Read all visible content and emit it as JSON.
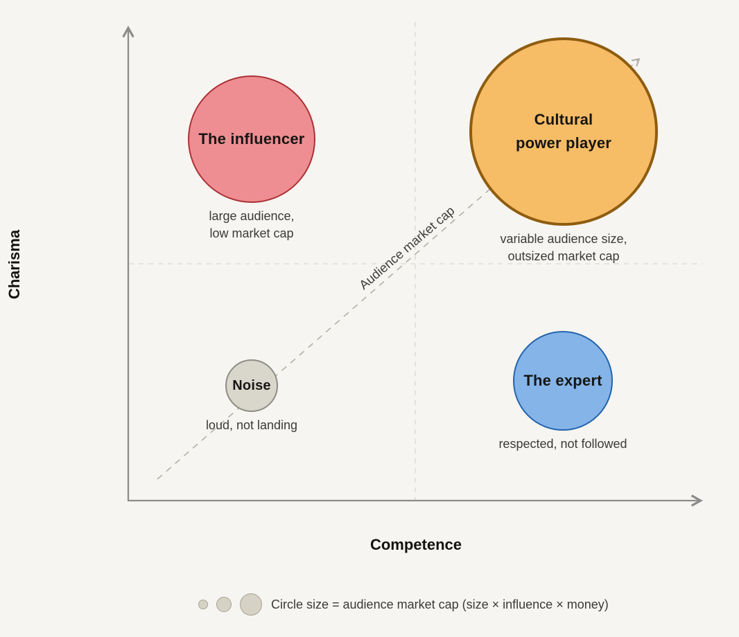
{
  "colors": {
    "background": "#f6f5f1",
    "axis": "#8c8c8c",
    "quadrant_divider": "#deddd6",
    "diagonal_line": "#b2afa6",
    "label_text": "#161613",
    "caption_text": "#3a3a36"
  },
  "axes": {
    "y_label": "Charisma",
    "x_label": "Competence"
  },
  "diagonal": {
    "label": "Audience market cap"
  },
  "bubbles": [
    {
      "id": "influencer",
      "label": "The influencer",
      "caption": "large audience,\nlow market cap",
      "cx": 363,
      "cy": 201,
      "r": 92,
      "fill": "#ee8e93",
      "stroke": "#ab3136",
      "stroke_width": 2.5
    },
    {
      "id": "cultural-power-player",
      "label": "Cultural\npower player",
      "caption": "variable audience size,\noutsized market cap",
      "cx": 813,
      "cy": 190,
      "r": 136,
      "fill": "#f6bd66",
      "stroke": "#8f5c10",
      "stroke_width": 4
    },
    {
      "id": "noise",
      "label": "Noise",
      "caption": "loud, not landing",
      "cx": 363,
      "cy": 557,
      "r": 38,
      "fill": "#d9d6cb",
      "stroke": "#8e8d84",
      "stroke_width": 2
    },
    {
      "id": "expert",
      "label": "The expert",
      "caption": "respected, not followed",
      "cx": 812,
      "cy": 550,
      "r": 72,
      "fill": "#85b4e9",
      "stroke": "#2263ac",
      "stroke_width": 2.5
    }
  ],
  "legend": {
    "circle_radii": [
      7,
      11,
      16
    ],
    "text": "Circle size = audience market cap (size × influence × money)"
  },
  "chart_data": {
    "type": "scatter",
    "variant": "quadrant-bubble",
    "title": "",
    "xlabel": "Competence",
    "ylabel": "Charisma",
    "xlim": [
      0,
      1
    ],
    "ylim": [
      0,
      1
    ],
    "grid": false,
    "quadrant_dividers": {
      "x": 0.5,
      "y": 0.5
    },
    "points": [
      {
        "label": "The influencer",
        "x": 0.21,
        "y": 0.76,
        "radius_px": 92,
        "description": "large audience, low market cap",
        "color": "#ee8e93"
      },
      {
        "label": "Cultural power player",
        "x": 0.76,
        "y": 0.78,
        "radius_px": 136,
        "description": "variable audience size, outsized market cap",
        "color": "#f6bd66"
      },
      {
        "label": "Noise",
        "x": 0.21,
        "y": 0.24,
        "radius_px": 38,
        "description": "loud, not landing",
        "color": "#d9d6cb"
      },
      {
        "label": "The expert",
        "x": 0.75,
        "y": 0.25,
        "radius_px": 72,
        "description": "respected, not followed",
        "color": "#85b4e9"
      }
    ],
    "annotations": [
      {
        "text": "Audience market cap",
        "type": "dashed-diagonal-arrow",
        "from": [
          0.05,
          0.04
        ],
        "to": [
          0.89,
          0.93
        ]
      }
    ],
    "legend_note": "Circle size = audience market cap (size × influence × money)"
  }
}
